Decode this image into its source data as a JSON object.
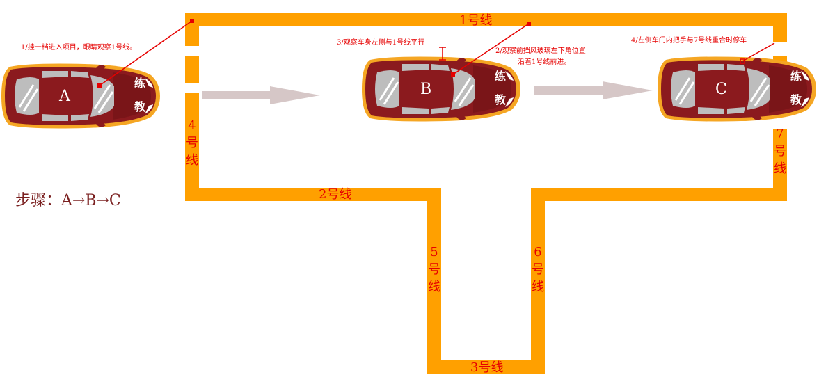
{
  "lines": {
    "line1": "1号线",
    "line2": "2号线",
    "line3": "3号线",
    "line4": "4号线",
    "line5": "5号线",
    "line6": "6号线",
    "line7": "7号线"
  },
  "cars": {
    "a": {
      "letter": "A",
      "tag_top": "练",
      "tag_bottom": "教"
    },
    "b": {
      "letter": "B",
      "tag_top": "练",
      "tag_bottom": "教"
    },
    "c": {
      "letter": "C",
      "tag_top": "练",
      "tag_bottom": "教"
    }
  },
  "annotations": {
    "step1": "1/挂一档进入项目，眼睛观察1号线。",
    "step2_line1": "2/观察前挡风玻璃左下角位置",
    "step2_line2": "沿着1号线前进。",
    "step3": "3/观察车身左侧与1号线平行",
    "step4": "4/左侧车门内把手与7号线重合时停车"
  },
  "steps": "步骤：A→B→C",
  "colors": {
    "road_line": "#ffa000",
    "car_body": "#8b1a1e",
    "car_trim": "#f5a623",
    "annotation": "#e60000",
    "arrow": "#d6c7c7"
  }
}
